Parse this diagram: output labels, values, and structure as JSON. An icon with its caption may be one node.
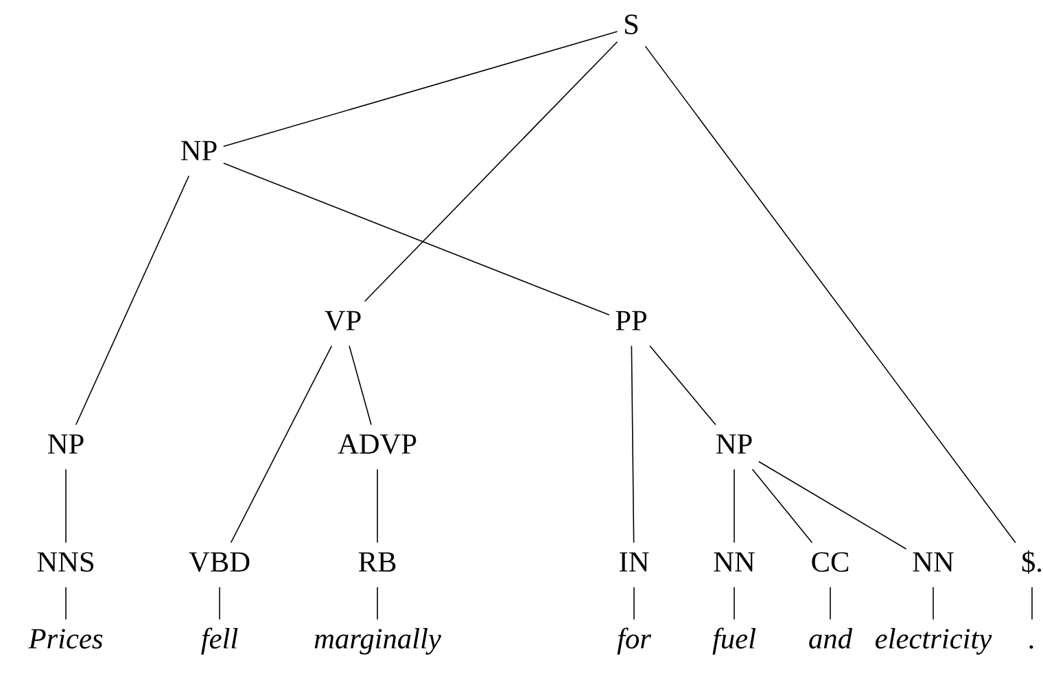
{
  "diagram": {
    "nodes": [
      {
        "text": [
          "S"
        ]
      },
      {
        "text": [
          "NP"
        ]
      },
      {
        "text": [
          "VP"
        ]
      },
      {
        "text": [
          "PP"
        ]
      },
      {
        "text": [
          "NP"
        ]
      },
      {
        "text": [
          "ADVP"
        ]
      },
      {
        "text": [
          "NP"
        ]
      },
      {
        "text": [
          "NNS"
        ]
      },
      {
        "text": [
          "VBD"
        ]
      },
      {
        "text": [
          "RB"
        ]
      },
      {
        "text": [
          "IN"
        ]
      },
      {
        "text": [
          "NN"
        ]
      },
      {
        "text": [
          "CC"
        ]
      },
      {
        "text": [
          "NN"
        ]
      },
      {
        "text": [
          "$."
        ]
      },
      {
        "text": [
          "Prices"
        ]
      },
      {
        "text": [
          "fell"
        ]
      },
      {
        "text": [
          "marginally"
        ]
      },
      {
        "text": [
          "for"
        ]
      },
      {
        "text": [
          "fuel"
        ]
      },
      {
        "text": [
          "and"
        ]
      },
      {
        "text": [
          "electricity"
        ]
      },
      {
        "text": [
          "."
        ]
      }
    ],
    "edges": [
      {
        "from": 0,
        "to": 1,
        "arrow": "none"
      },
      {
        "from": 0,
        "to": 2,
        "arrow": "none"
      },
      {
        "from": 0,
        "to": 14,
        "arrow": "none"
      },
      {
        "from": 1,
        "to": 4,
        "arrow": "none"
      },
      {
        "from": 1,
        "to": 3,
        "arrow": "none"
      },
      {
        "from": 2,
        "to": 8,
        "arrow": "none"
      },
      {
        "from": 2,
        "to": 5,
        "arrow": "none"
      },
      {
        "from": 3,
        "to": 10,
        "arrow": "none"
      },
      {
        "from": 3,
        "to": 6,
        "arrow": "none"
      },
      {
        "from": 4,
        "to": 7,
        "arrow": "none"
      },
      {
        "from": 5,
        "to": 9,
        "arrow": "none"
      },
      {
        "from": 6,
        "to": 11,
        "arrow": "none"
      },
      {
        "from": 6,
        "to": 12,
        "arrow": "none"
      },
      {
        "from": 6,
        "to": 13,
        "arrow": "none"
      },
      {
        "from": 7,
        "to": 15,
        "arrow": "none"
      },
      {
        "from": 8,
        "to": 16,
        "arrow": "none"
      },
      {
        "from": 9,
        "to": 17,
        "arrow": "none"
      },
      {
        "from": 10,
        "to": 18,
        "arrow": "none"
      },
      {
        "from": 11,
        "to": 19,
        "arrow": "none"
      },
      {
        "from": 12,
        "to": 20,
        "arrow": "none"
      },
      {
        "from": 13,
        "to": 21,
        "arrow": "none"
      },
      {
        "from": 14,
        "to": 22,
        "arrow": "none"
      }
    ]
  }
}
